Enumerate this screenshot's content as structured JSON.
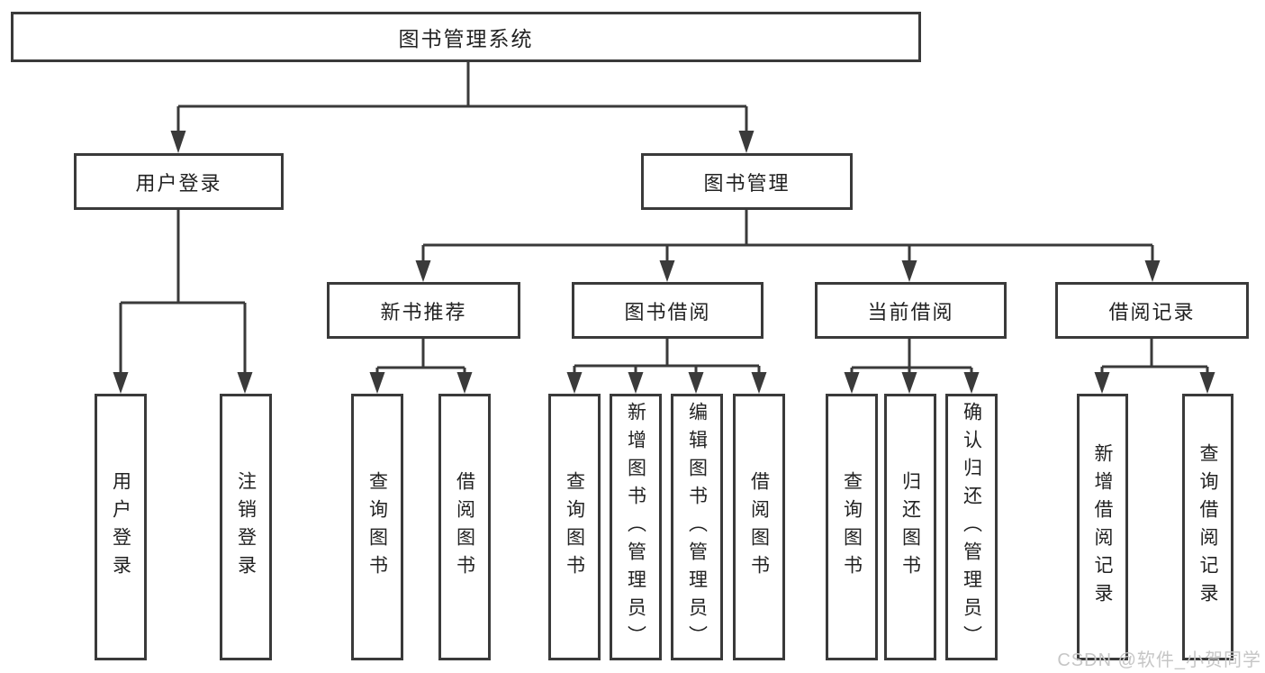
{
  "tree": {
    "label": "图书管理系统",
    "children": [
      {
        "label": "用户登录",
        "children": [
          {
            "label": "用户登录"
          },
          {
            "label": "注销登录"
          }
        ]
      },
      {
        "label": "图书管理",
        "children": [
          {
            "label": "新书推荐",
            "children": [
              {
                "label": "查询图书"
              },
              {
                "label": "借阅图书"
              }
            ]
          },
          {
            "label": "图书借阅",
            "children": [
              {
                "label": "查询图书"
              },
              {
                "label": "新增图书（管理员）"
              },
              {
                "label": "编辑图书（管理员）"
              },
              {
                "label": "借阅图书"
              }
            ]
          },
          {
            "label": "当前借阅",
            "children": [
              {
                "label": "查询图书"
              },
              {
                "label": "归还图书"
              },
              {
                "label": "确认归还（管理员）"
              }
            ]
          },
          {
            "label": "借阅记录",
            "children": [
              {
                "label": "新增借阅记录"
              },
              {
                "label": "查询借阅记录"
              }
            ]
          }
        ]
      }
    ]
  },
  "watermark": "CSDN @软件_小贺同学",
  "colors": {
    "line": "#3a3a3a",
    "text": "#222222",
    "watermark": "#c6c6c6",
    "bg": "#ffffff"
  }
}
